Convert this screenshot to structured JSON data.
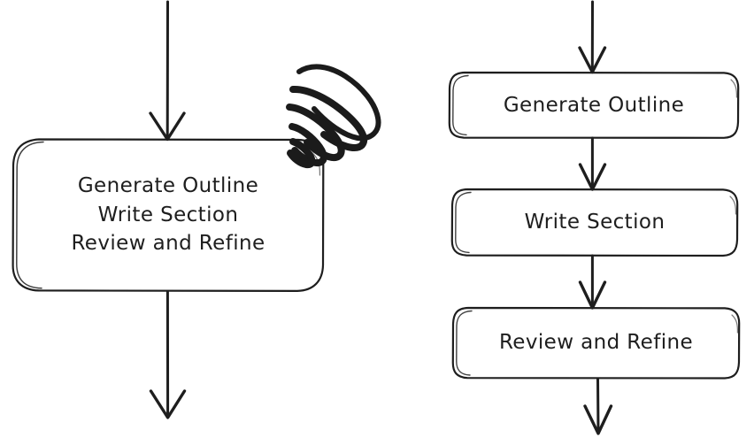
{
  "diagram": {
    "type": "flowchart",
    "title": "",
    "background_color": "#ffffff",
    "stroke_color": "#1e1e1e",
    "fill_color": "#ffffff",
    "style": "hand-drawn",
    "panels": [
      {
        "id": "left-panel",
        "name": "merged-node-panel",
        "description": "single rounded rectangle containing three stacked step labels",
        "annotation": {
          "name": "scribble-annotation",
          "icon": "scribble-icon",
          "description": "hand-drawn scribble loop mark over the top-right corner of the node"
        },
        "nodes": [
          {
            "id": "left-merged-node",
            "name": "merged-step-node",
            "shape": "rounded-rectangle",
            "lines": [
              "Generate Outline",
              "Write Section",
              "Review and Refine"
            ]
          }
        ],
        "edges": [
          {
            "id": "left-edge-in",
            "name": "incoming-arrow",
            "from": "",
            "to": "left-merged-node",
            "direction": "down"
          },
          {
            "id": "left-edge-out",
            "name": "outgoing-arrow",
            "from": "left-merged-node",
            "to": "",
            "direction": "down"
          }
        ]
      },
      {
        "id": "right-panel",
        "name": "separated-node-panel",
        "description": "three separate rounded rectangles connected top to bottom by arrows",
        "nodes": [
          {
            "id": "right-node-1",
            "name": "step-node-generate-outline",
            "shape": "rounded-rectangle",
            "lines": [
              "Generate Outline"
            ]
          },
          {
            "id": "right-node-2",
            "name": "step-node-write-section",
            "shape": "rounded-rectangle",
            "lines": [
              "Write Section"
            ]
          },
          {
            "id": "right-node-3",
            "name": "step-node-review-and-refine",
            "shape": "rounded-rectangle",
            "lines": [
              "Review and Refine"
            ]
          }
        ],
        "edges": [
          {
            "id": "right-edge-in",
            "name": "incoming-arrow",
            "from": "",
            "to": "right-node-1",
            "direction": "down"
          },
          {
            "id": "right-edge-1-2",
            "name": "connector-arrow-1-2",
            "from": "right-node-1",
            "to": "right-node-2",
            "direction": "down"
          },
          {
            "id": "right-edge-2-3",
            "name": "connector-arrow-2-3",
            "from": "right-node-2",
            "to": "right-node-3",
            "direction": "down"
          },
          {
            "id": "right-edge-out",
            "name": "outgoing-arrow",
            "from": "right-node-3",
            "to": "",
            "direction": "down"
          }
        ]
      }
    ]
  }
}
